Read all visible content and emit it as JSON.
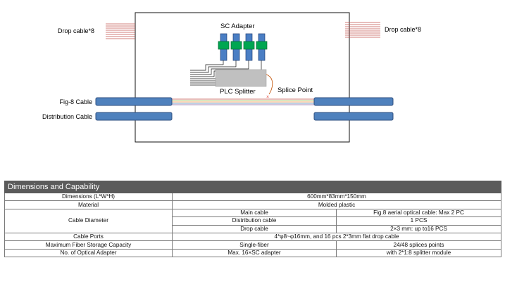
{
  "diagram": {
    "labels": {
      "drop_cable_left": "Drop cable*8",
      "drop_cable_right": "Drop cable*8",
      "sc_adapter": "SC Adapter",
      "plc_splitter": "PLC Splitter",
      "splice_point": "Splice Point",
      "fig8_cable": "Fig-8 Cable",
      "distribution_cable": "Distribution Cable"
    },
    "colors": {
      "cable_blue": "#4f81bd",
      "cable_outline": "#2f4f7f",
      "adapter_blue": "#4a7ec4",
      "adapter_green": "#00a651",
      "splitter_gray": "#c0c0c0",
      "drop_red": "#c0504d",
      "splice_mark": "#e03c31"
    }
  },
  "table": {
    "title": "Dimensions and Capability",
    "dimensions": {
      "label": "Dimensions (L*W*H)",
      "value": "600mm*83mm*150mm"
    },
    "material": {
      "label": "Material",
      "value": "Molded plastic"
    },
    "cable_diameter": {
      "label": "Cable Diameter",
      "rows": [
        {
          "type": "Main cable",
          "value": "Fig.8 aerial optical cable: Max  2 PC"
        },
        {
          "type": "Distribution cable",
          "value": "1 PCS"
        },
        {
          "type": "Drop cable",
          "value": "2×3 mm: up to16 PCS"
        }
      ]
    },
    "cable_ports": {
      "label": "Cable Ports",
      "value": "4*φ8~φ16mm, and  16 pcs 2*3mm flat drop cable"
    },
    "fiber_storage": {
      "label": "Maximum Fiber Storage Capacity",
      "type": "Single-fiber",
      "value": "24/48 splices points"
    },
    "optical_adapter": {
      "label": "No. of Optical Adapter",
      "type": "Max. 16×SC adapter",
      "value": "with 2*1:8 splitter module"
    }
  }
}
